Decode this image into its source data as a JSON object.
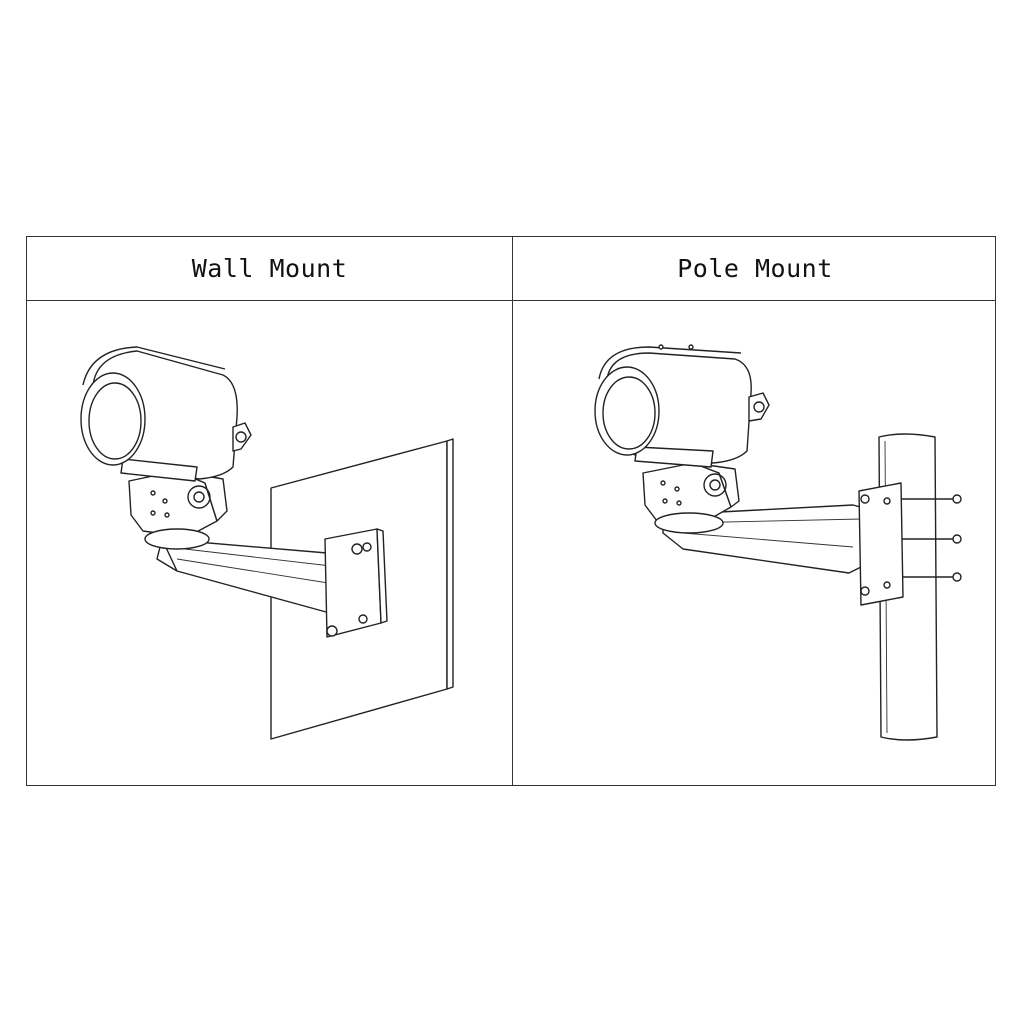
{
  "panels": [
    {
      "id": "wall",
      "label": "Wall Mount"
    },
    {
      "id": "pole",
      "label": "Pole Mount"
    }
  ]
}
